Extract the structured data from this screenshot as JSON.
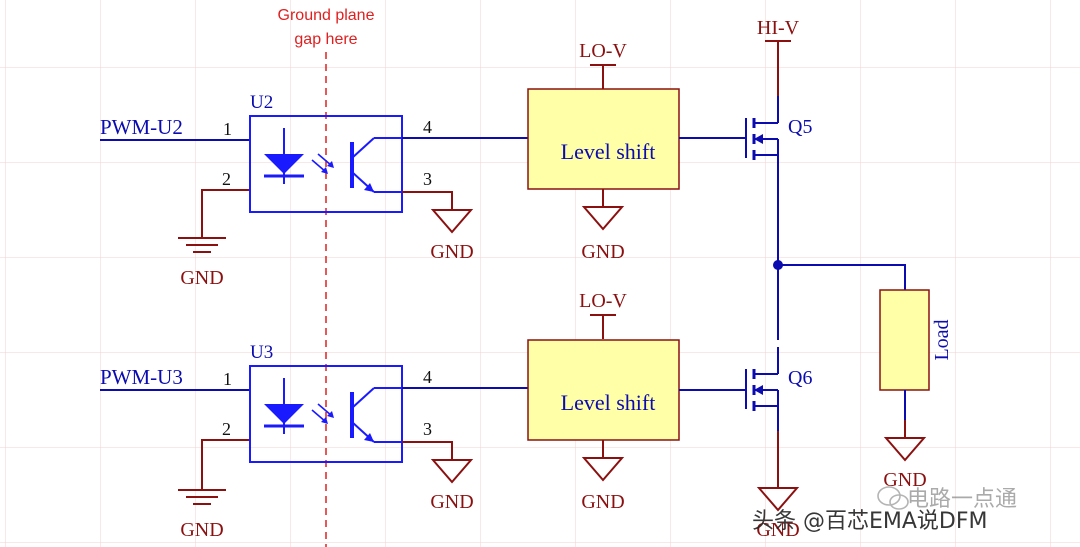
{
  "annotation": {
    "line1": "Ground plane",
    "line2": "gap here"
  },
  "labels": {
    "hi_v": "HI-V",
    "lo_v": "LO-V",
    "gnd": "GND",
    "pwm_u2": "PWM-U2",
    "pwm_u3": "PWM-U3",
    "u2": "U2",
    "u3": "U3",
    "q5": "Q5",
    "q6": "Q6",
    "level_shift": "Level shift",
    "load": "Load",
    "pin1": "1",
    "pin2": "2",
    "pin3": "3",
    "pin4": "4"
  },
  "watermark": {
    "wechat": "电路一点通",
    "toutiao": "头条 @百芯EMA说DFM"
  },
  "colors": {
    "wire": "#0b0bb0",
    "power": "#8b1010",
    "component_fill": "#ffffa8",
    "component_stroke": "#8b1010",
    "ic_stroke": "#1a1aff",
    "annotation": "#e02020",
    "grid": "#f0d2d2"
  }
}
